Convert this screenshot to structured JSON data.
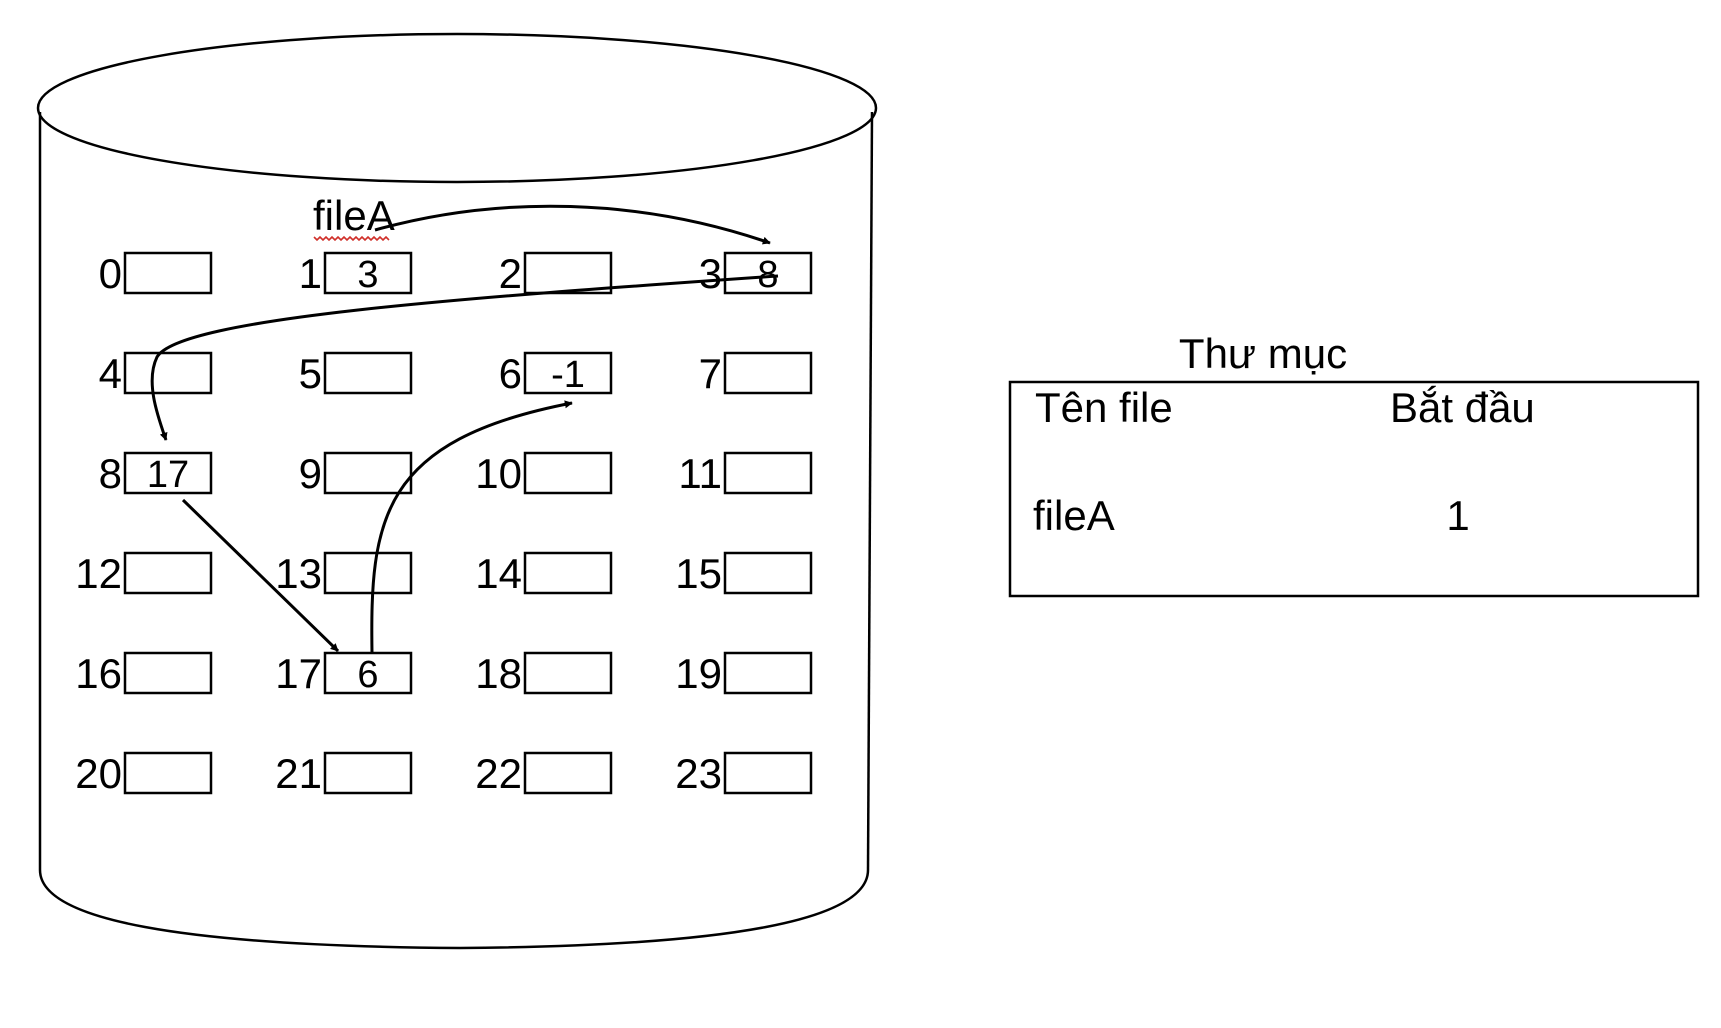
{
  "disk": {
    "file_label": "fileA",
    "blocks": [
      {
        "index": "0",
        "value": ""
      },
      {
        "index": "1",
        "value": "3"
      },
      {
        "index": "2",
        "value": ""
      },
      {
        "index": "3",
        "value": "8"
      },
      {
        "index": "4",
        "value": ""
      },
      {
        "index": "5",
        "value": ""
      },
      {
        "index": "6",
        "value": "-1"
      },
      {
        "index": "7",
        "value": ""
      },
      {
        "index": "8",
        "value": "17"
      },
      {
        "index": "9",
        "value": ""
      },
      {
        "index": "10",
        "value": ""
      },
      {
        "index": "11",
        "value": ""
      },
      {
        "index": "12",
        "value": ""
      },
      {
        "index": "13",
        "value": ""
      },
      {
        "index": "14",
        "value": ""
      },
      {
        "index": "15",
        "value": ""
      },
      {
        "index": "16",
        "value": ""
      },
      {
        "index": "17",
        "value": "6"
      },
      {
        "index": "18",
        "value": ""
      },
      {
        "index": "19",
        "value": ""
      },
      {
        "index": "20",
        "value": ""
      },
      {
        "index": "21",
        "value": ""
      },
      {
        "index": "22",
        "value": ""
      },
      {
        "index": "23",
        "value": ""
      }
    ]
  },
  "directory": {
    "title": "Thư mục",
    "header_name": "Tên file",
    "header_start": "Bắt đầu",
    "rows": [
      {
        "name": "fileA",
        "start": "1"
      }
    ]
  }
}
